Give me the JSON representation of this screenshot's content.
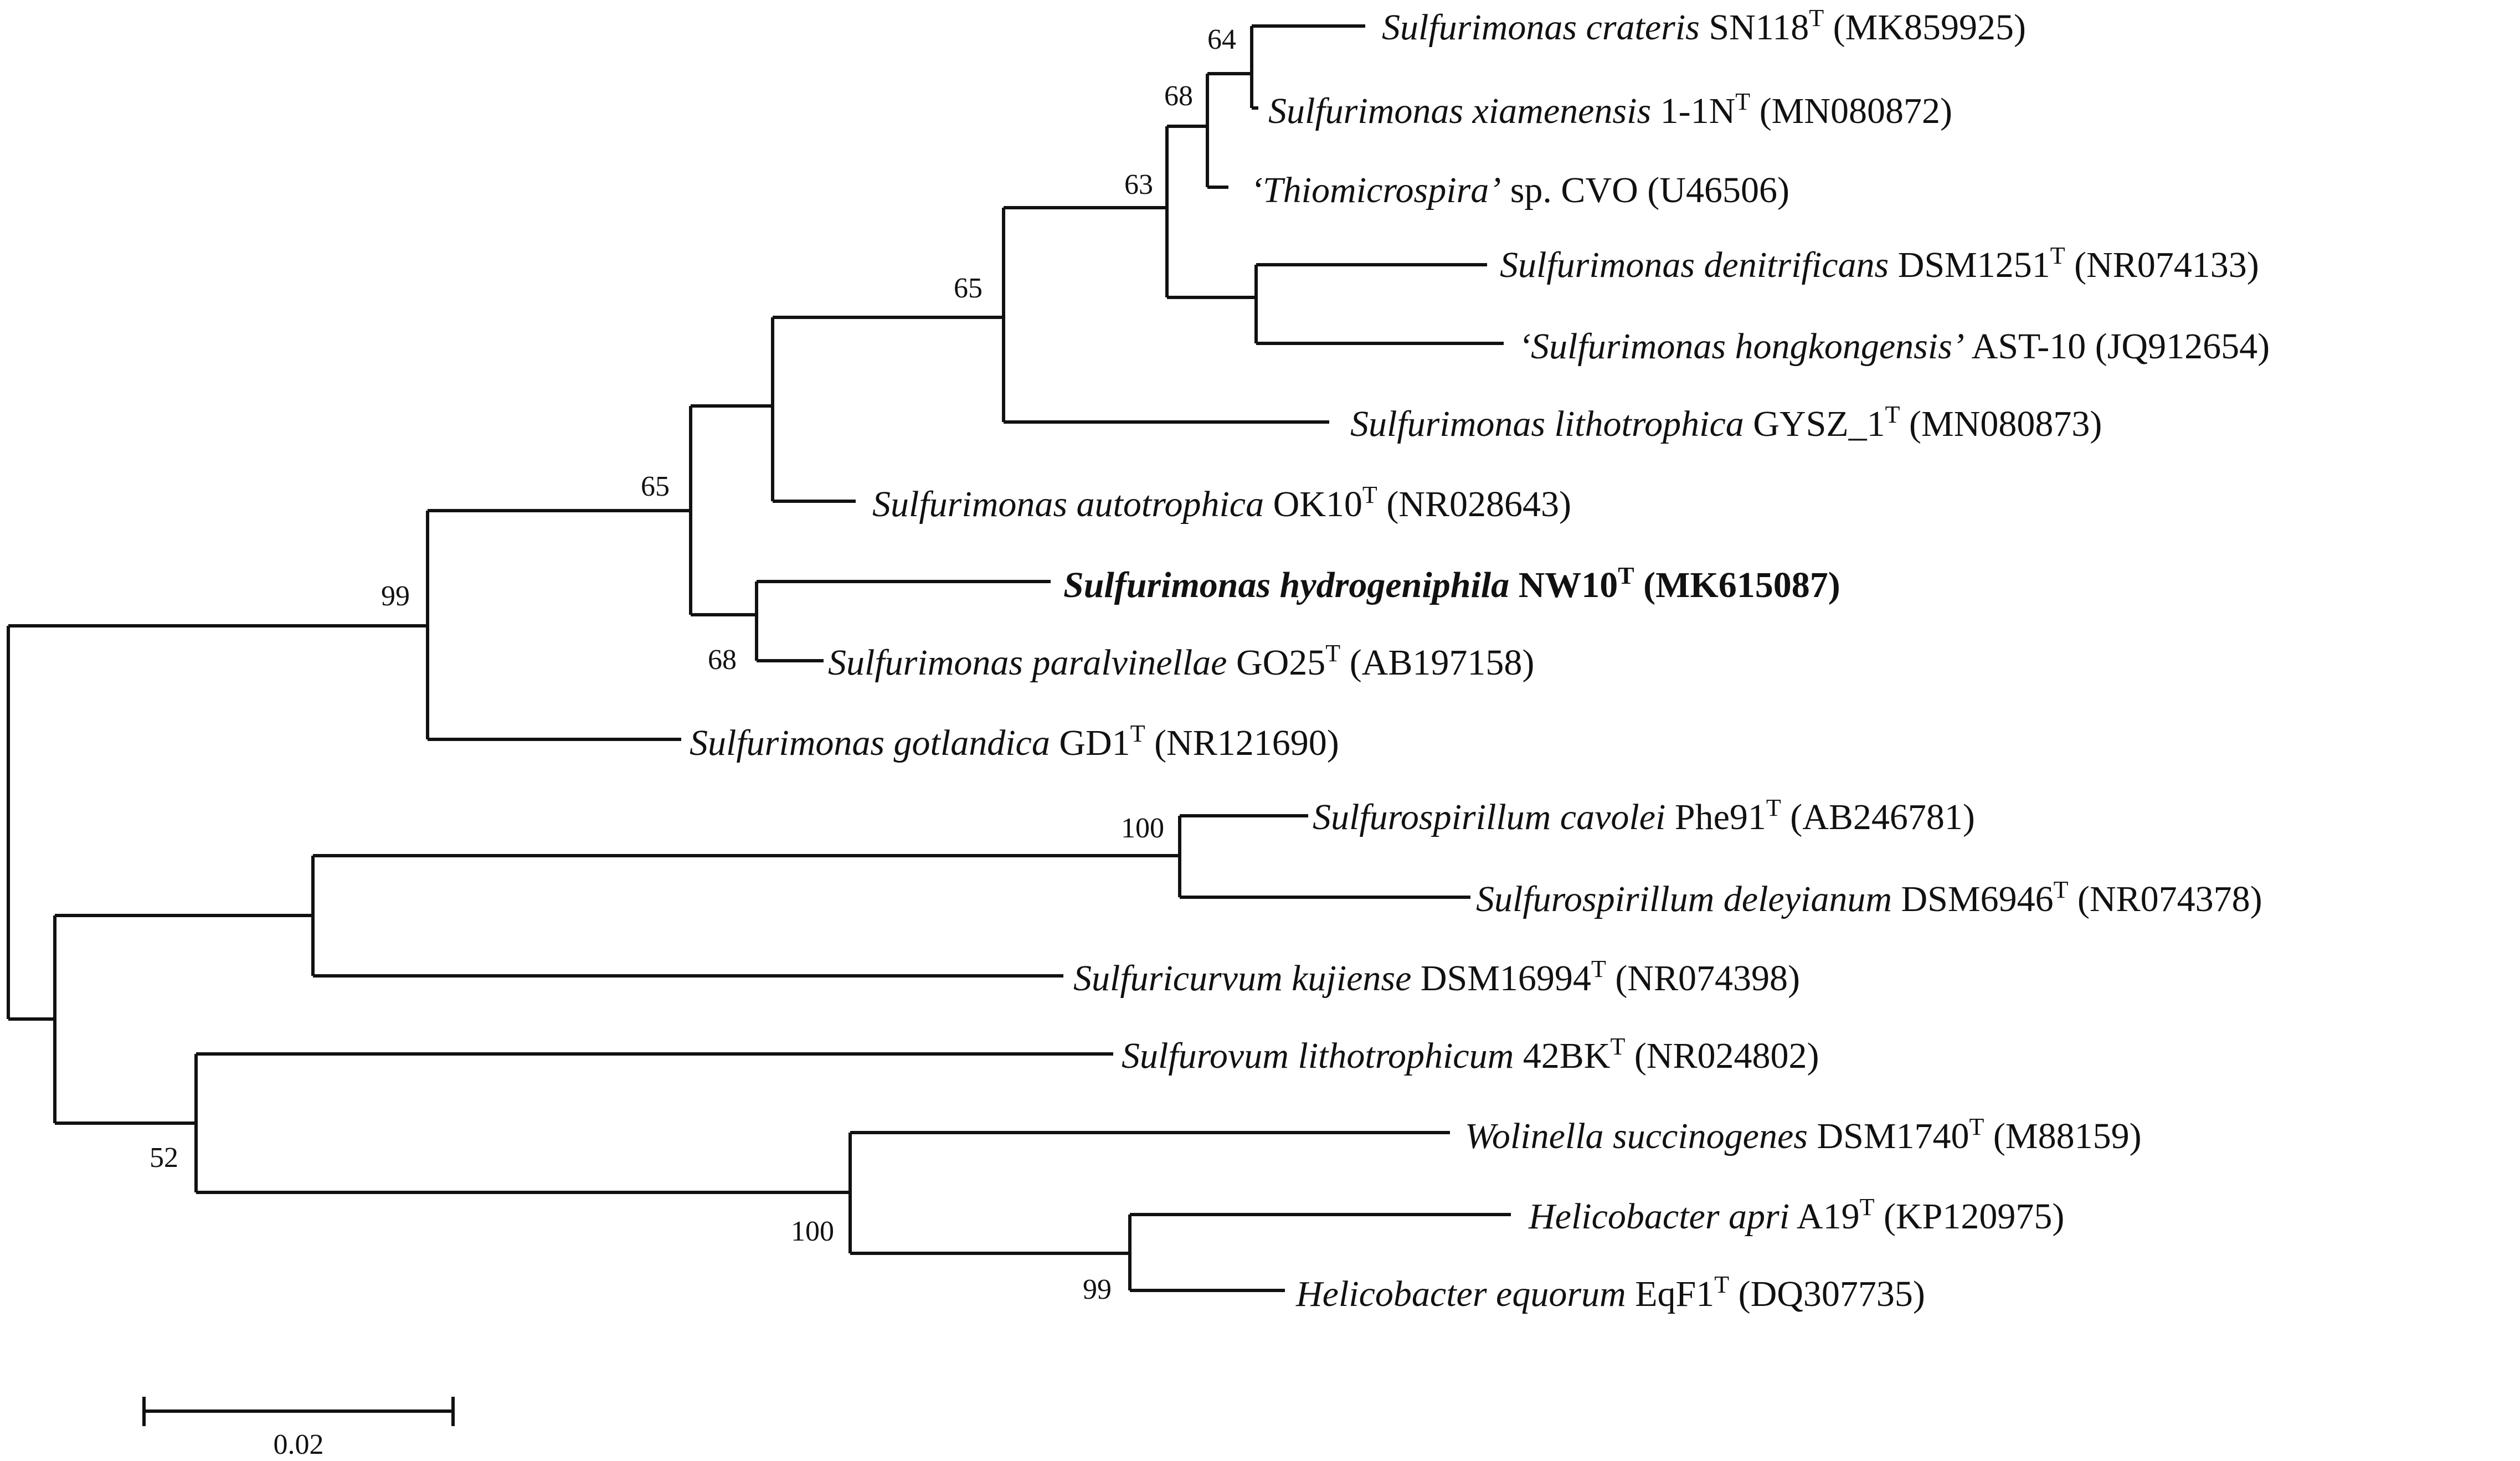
{
  "taxa": [
    {
      "id": "s_crateris",
      "genus": "Sulfurimonas crateris",
      "strain": "SN118",
      "type_strain": true,
      "accession": "(MK859925)",
      "bold": false
    },
    {
      "id": "s_xiamenensis",
      "genus": "Sulfurimonas xiamenensis",
      "strain": "1-1N",
      "type_strain": true,
      "accession": "(MN080872)",
      "bold": false
    },
    {
      "id": "thiomicrospira",
      "genus": "‘Thiomicrospira’",
      "strain": "sp. CVO",
      "type_strain": false,
      "accession": "(U46506)",
      "bold": false
    },
    {
      "id": "s_denitrificans",
      "genus": "Sulfurimonas denitrificans",
      "strain": "DSM1251",
      "type_strain": true,
      "accession": "(NR074133)",
      "bold": false
    },
    {
      "id": "s_hongkongensis",
      "genus": "‘Sulfurimonas hongkongensis’",
      "strain": "AST-10",
      "type_strain": false,
      "accession": "(JQ912654)",
      "bold": false
    },
    {
      "id": "s_lithotrophica",
      "genus": "Sulfurimonas lithotrophica",
      "strain": "GYSZ_1",
      "type_strain": true,
      "accession": "(MN080873)",
      "bold": false
    },
    {
      "id": "s_autotrophica",
      "genus": "Sulfurimonas autotrophica",
      "strain": "OK10",
      "type_strain": true,
      "accession": "(NR028643)",
      "bold": false
    },
    {
      "id": "s_hydrogeniphila",
      "genus": "Sulfurimonas hydrogeniphila",
      "strain": "NW10",
      "type_strain": true,
      "accession": "(MK615087)",
      "bold": true
    },
    {
      "id": "s_paralvinellae",
      "genus": "Sulfurimonas paralvinellae",
      "strain": "GO25",
      "type_strain": true,
      "accession": "(AB197158)",
      "bold": false
    },
    {
      "id": "s_gotlandica",
      "genus": "Sulfurimonas gotlandica",
      "strain": "GD1",
      "type_strain": true,
      "accession": "(NR121690)",
      "bold": false
    },
    {
      "id": "sp_cavolei",
      "genus": "Sulfurospirillum cavolei",
      "strain": "Phe91",
      "type_strain": true,
      "accession": "(AB246781)",
      "bold": false
    },
    {
      "id": "sp_deleyianum",
      "genus": "Sulfurospirillum deleyianum",
      "strain": "DSM6946",
      "type_strain": true,
      "accession": "(NR074378)",
      "bold": false
    },
    {
      "id": "sc_kujiense",
      "genus": "Sulfuricurvum kujiense",
      "strain": "DSM16994",
      "type_strain": true,
      "accession": "(NR074398)",
      "bold": false
    },
    {
      "id": "sv_lithotrophicum",
      "genus": "Sulfurovum lithotrophicum",
      "strain": "42BK",
      "type_strain": true,
      "accession": "(NR024802)",
      "bold": false
    },
    {
      "id": "w_succinogenes",
      "genus": "Wolinella succinogenes",
      "strain": "DSM1740",
      "type_strain": true,
      "accession": "(M88159)",
      "bold": false
    },
    {
      "id": "h_apri",
      "genus": "Helicobacter apri",
      "strain": "A19",
      "type_strain": true,
      "accession": "(KP120975)",
      "bold": false
    },
    {
      "id": "h_equorum",
      "genus": "Helicobacter equorum",
      "strain": "EqF1",
      "type_strain": true,
      "accession": "(DQ307735)",
      "bold": false
    }
  ],
  "type_strain_mark": "T",
  "bootstrap": {
    "crateris_xiamenensis": "64",
    "with_thiomicrospira": "68",
    "crateris_denitrificans": "63",
    "with_lithotrophica": "65",
    "with_autotrophica": "65",
    "hydrogeniphila_paralvinellae": "68",
    "sulfurimonas_clade": "99",
    "sulfurospirillum": "100",
    "sulfurovum_helicobacter": "52",
    "wolinella_helicobacter": "100",
    "helicobacter": "99"
  },
  "scale_bar": {
    "label": "0.02",
    "value": 0.02
  }
}
